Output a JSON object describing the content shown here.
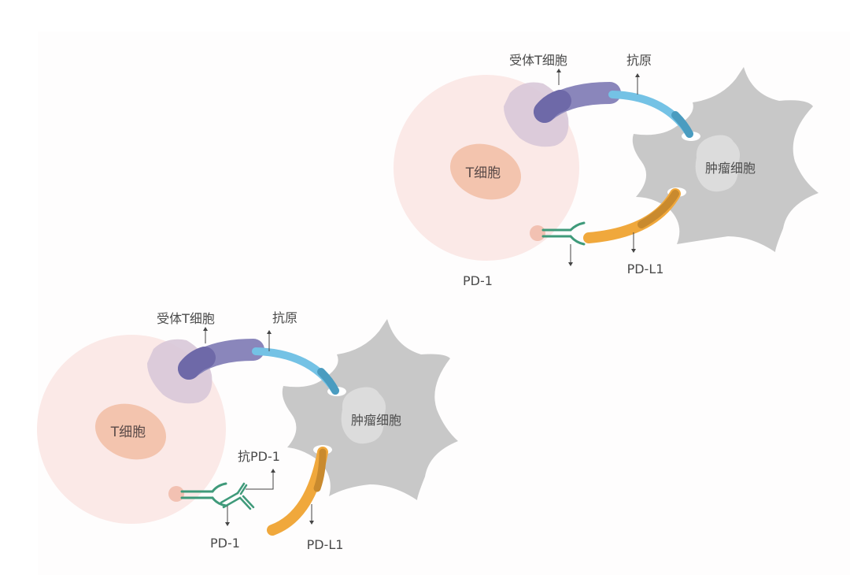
{
  "colors": {
    "background": "#ffffff",
    "t_cell_body": "#fbe9e7",
    "t_cell_nucleus": "#f3c4ae",
    "tcr_base": "#d8c8d8",
    "tcr_receptor": "#8a86bb",
    "tcr_receptor_dark": "#6e69a8",
    "antigen": "#74c2e5",
    "antigen_dark": "#4a9cc0",
    "tumor_cell": "#c8c8c8",
    "tumor_nucleus": "#dcdcdc",
    "pd1": "#3f9a7a",
    "pd1_anchor": "#f2c1b2",
    "pdl1": "#f0a83c",
    "pdl1_dark": "#c98a2e",
    "label_text": "#4a4a4a"
  },
  "diagrams": [
    {
      "id": "without-antibody",
      "labels": {
        "tcr": "受体T细胞",
        "antigen": "抗原",
        "t_cell": "T细胞",
        "tumor_cell": "肿瘤细胞",
        "pd1": "PD-1",
        "pdl1": "PD-L1"
      }
    },
    {
      "id": "with-anti-pd1",
      "labels": {
        "tcr": "受体T细胞",
        "antigen": "抗原",
        "t_cell": "T细胞",
        "tumor_cell": "肿瘤细胞",
        "anti_pd1": "抗PD-1",
        "pd1": "PD-1",
        "pdl1": "PD-L1"
      }
    }
  ]
}
